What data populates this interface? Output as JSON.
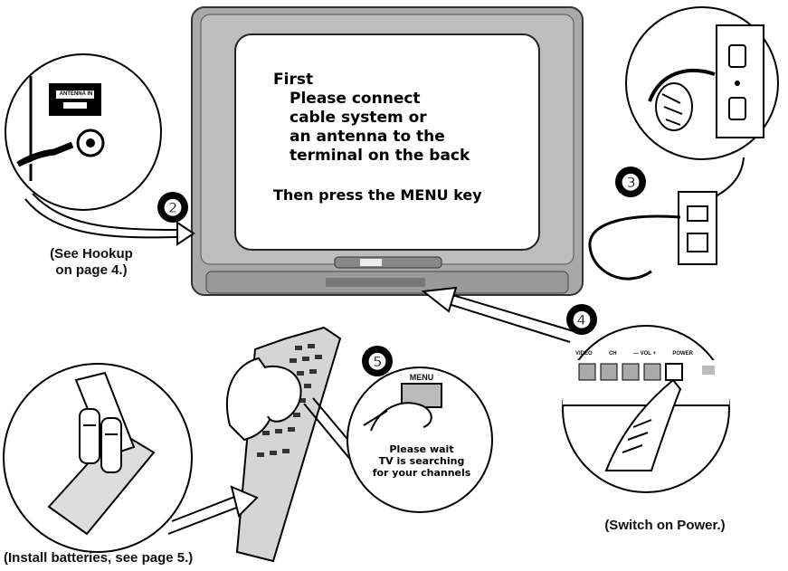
{
  "tv_screen": {
    "heading": "First",
    "lines": [
      "Please connect",
      "cable system or",
      "an antenna to the",
      "terminal on the back"
    ],
    "footer": "Then press the MENU key"
  },
  "steps": {
    "two": "❷",
    "three": "❸",
    "four": "❹",
    "five": "❺"
  },
  "captions": {
    "hookup_line1": "(See Hookup",
    "hookup_line2": "on page 4.)",
    "power": "(Switch on Power.)",
    "batteries": "(Install batteries, see page 5.)"
  },
  "menu_bubble": {
    "key_label": "MENU",
    "lines": [
      "Please wait",
      "TV is searching",
      "for your channels"
    ]
  },
  "panel_labels": [
    "VIDEO",
    "CH",
    "— VOL +",
    "POWER"
  ],
  "antenna_label": "ANTENNA IN"
}
